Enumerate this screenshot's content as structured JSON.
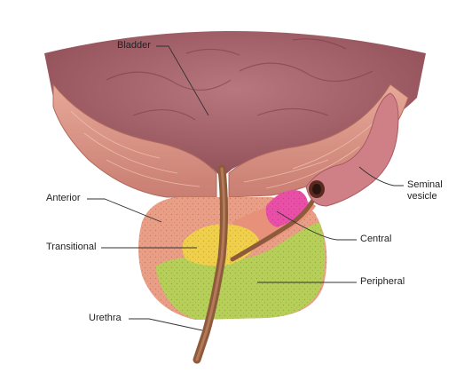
{
  "diagram": {
    "labels": {
      "bladder": "Bladder",
      "anterior": "Anterior",
      "transitional": "Transitional",
      "urethra": "Urethra",
      "seminal_line1": "Seminal",
      "seminal_line2": "vesicle",
      "central": "Central",
      "peripheral": "Peripheral"
    },
    "colors": {
      "bladder_interior": "#a9646c",
      "bladder_wall": "#dd9a8b",
      "anterior_zone": "#ea9e86",
      "transitional_zone": "#f0d04a",
      "central_zone": "#ea4fa8",
      "peripheral_zone": "#b6cf58",
      "urethra": "#8e5a3c",
      "seminal_vesicle": "#cf7f86",
      "leader_line": "#333333"
    }
  }
}
